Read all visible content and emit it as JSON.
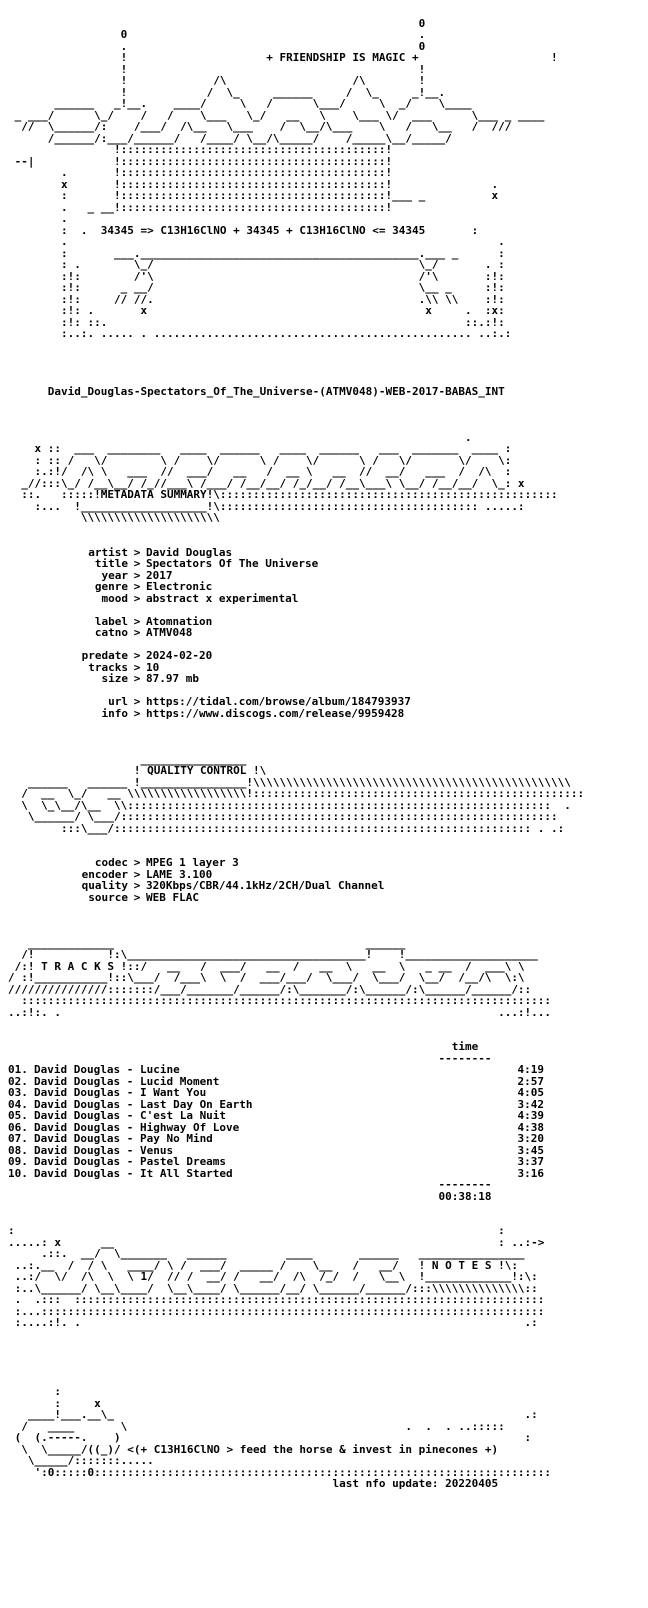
{
  "header": {
    "banner": "+ FRIENDSHIP IS MAGIC +",
    "formula": "34345 => C13H16ClNO + 34345 + C13H16ClNO <= 34345"
  },
  "release_name": "David_Douglas-Spectators_Of_The_Universe-(ATMV048)-WEB-2017-BABAS_INT",
  "sections": {
    "metadata_title": "METADATA SUMMARY",
    "quality_title": "QUALITY CONTROL",
    "tracks_title": "T R A C K S",
    "notes_title": "N O T E S"
  },
  "metadata": [
    {
      "key": "artist",
      "value": "David Douglas"
    },
    {
      "key": "title",
      "value": "Spectators Of The Universe"
    },
    {
      "key": "year",
      "value": "2017"
    },
    {
      "key": "genre",
      "value": "Electronic"
    },
    {
      "key": "mood",
      "value": "abstract x experimental"
    },
    {
      "key": "label",
      "value": "Atomnation"
    },
    {
      "key": "catno",
      "value": "ATMV048"
    },
    {
      "key": "predate",
      "value": "2024-02-20"
    },
    {
      "key": "tracks",
      "value": "10"
    },
    {
      "key": "size",
      "value": "87.97 mb"
    },
    {
      "key": "url",
      "value": "https://tidal.com/browse/album/184793937"
    },
    {
      "key": "info",
      "value": "https://www.discogs.com/release/9959428"
    }
  ],
  "quality": [
    {
      "key": "codec",
      "value": "MPEG 1 layer 3"
    },
    {
      "key": "encoder",
      "value": "LAME 3.100"
    },
    {
      "key": "quality",
      "value": "320Kbps/CBR/44.1kHz/2CH/Dual Channel"
    },
    {
      "key": "source",
      "value": "WEB FLAC"
    }
  ],
  "tracklist": {
    "time_header": "time",
    "items": [
      {
        "num": "01.",
        "title": "David Douglas - Lucine",
        "time": "4:19"
      },
      {
        "num": "02.",
        "title": "David Douglas - Lucid Moment",
        "time": "2:57"
      },
      {
        "num": "03.",
        "title": "David Douglas - I Want You",
        "time": "4:05"
      },
      {
        "num": "04.",
        "title": "David Douglas - Last Day On Earth",
        "time": "3:42"
      },
      {
        "num": "05.",
        "title": "David Douglas - C'est La Nuit",
        "time": "4:39"
      },
      {
        "num": "06.",
        "title": "David Douglas - Highway Of Love",
        "time": "4:38"
      },
      {
        "num": "07.",
        "title": "David Douglas - Pay No Mind",
        "time": "3:20"
      },
      {
        "num": "08.",
        "title": "David Douglas - Venus",
        "time": "3:45"
      },
      {
        "num": "09.",
        "title": "David Douglas - Pastel Dreams",
        "time": "3:37"
      },
      {
        "num": "10.",
        "title": "David Douglas - It All Started",
        "time": "3:16"
      }
    ],
    "total": "00:38:18"
  },
  "footer": {
    "tagline": "<(+ C13H16ClNO > feed the horse & invest in pinecones +)",
    "last_update": "last nfo update: 20220405"
  }
}
